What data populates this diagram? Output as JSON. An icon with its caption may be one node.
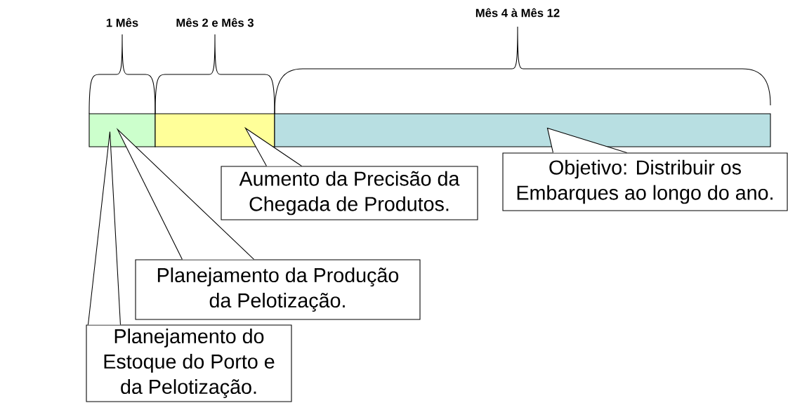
{
  "diagram": {
    "nodes": [
      {
        "text": [],
        "shape": "bar"
      },
      {
        "text": [],
        "shape": "bar"
      },
      {
        "text": [],
        "shape": "bar"
      },
      {
        "text": [
          "Aumento da Precisão da Chegada de Produtos."
        ]
      },
      {
        "text": [
          "Objetivo: Distribuir os Embarques ao longo do ano."
        ]
      },
      {
        "text": [
          "Planejamento da Produção da Pelotização."
        ]
      },
      {
        "text": [
          "Planejamento do Estoque do Porto e da Pelotização."
        ]
      }
    ],
    "edges": [
      {
        "from": 3,
        "to": 1,
        "arrow": "none"
      },
      {
        "from": 4,
        "to": 2,
        "arrow": "none"
      },
      {
        "from": 5,
        "to": 0,
        "arrow": "none"
      },
      {
        "from": 6,
        "to": 0,
        "arrow": "none"
      }
    ],
    "labels": [
      "1 Mês",
      "Mês 2 e Mês 3",
      "Mês 4 à Mês 12"
    ]
  }
}
